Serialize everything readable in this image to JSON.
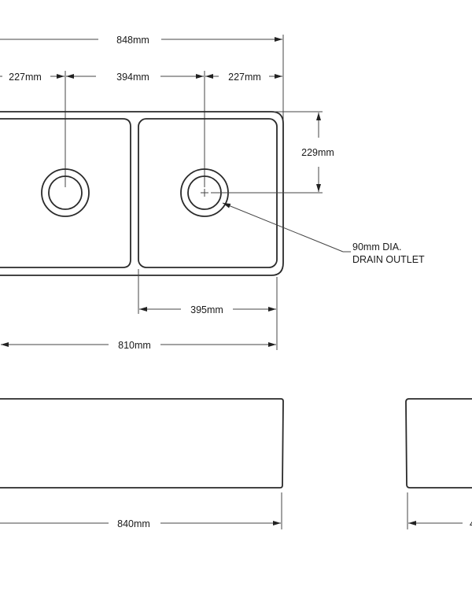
{
  "dimensions": {
    "overall_width": "848mm",
    "left_drain_offset": "227mm",
    "drain_spacing": "394mm",
    "right_drain_offset": "227mm",
    "drain_from_back": "229mm",
    "bowl_width": "395mm",
    "inner_width": "810mm",
    "front_width": "840mm",
    "side_partial": "4"
  },
  "callout": {
    "line1": "90mm  DIA.",
    "line2": "DRAIN OUTLET"
  }
}
